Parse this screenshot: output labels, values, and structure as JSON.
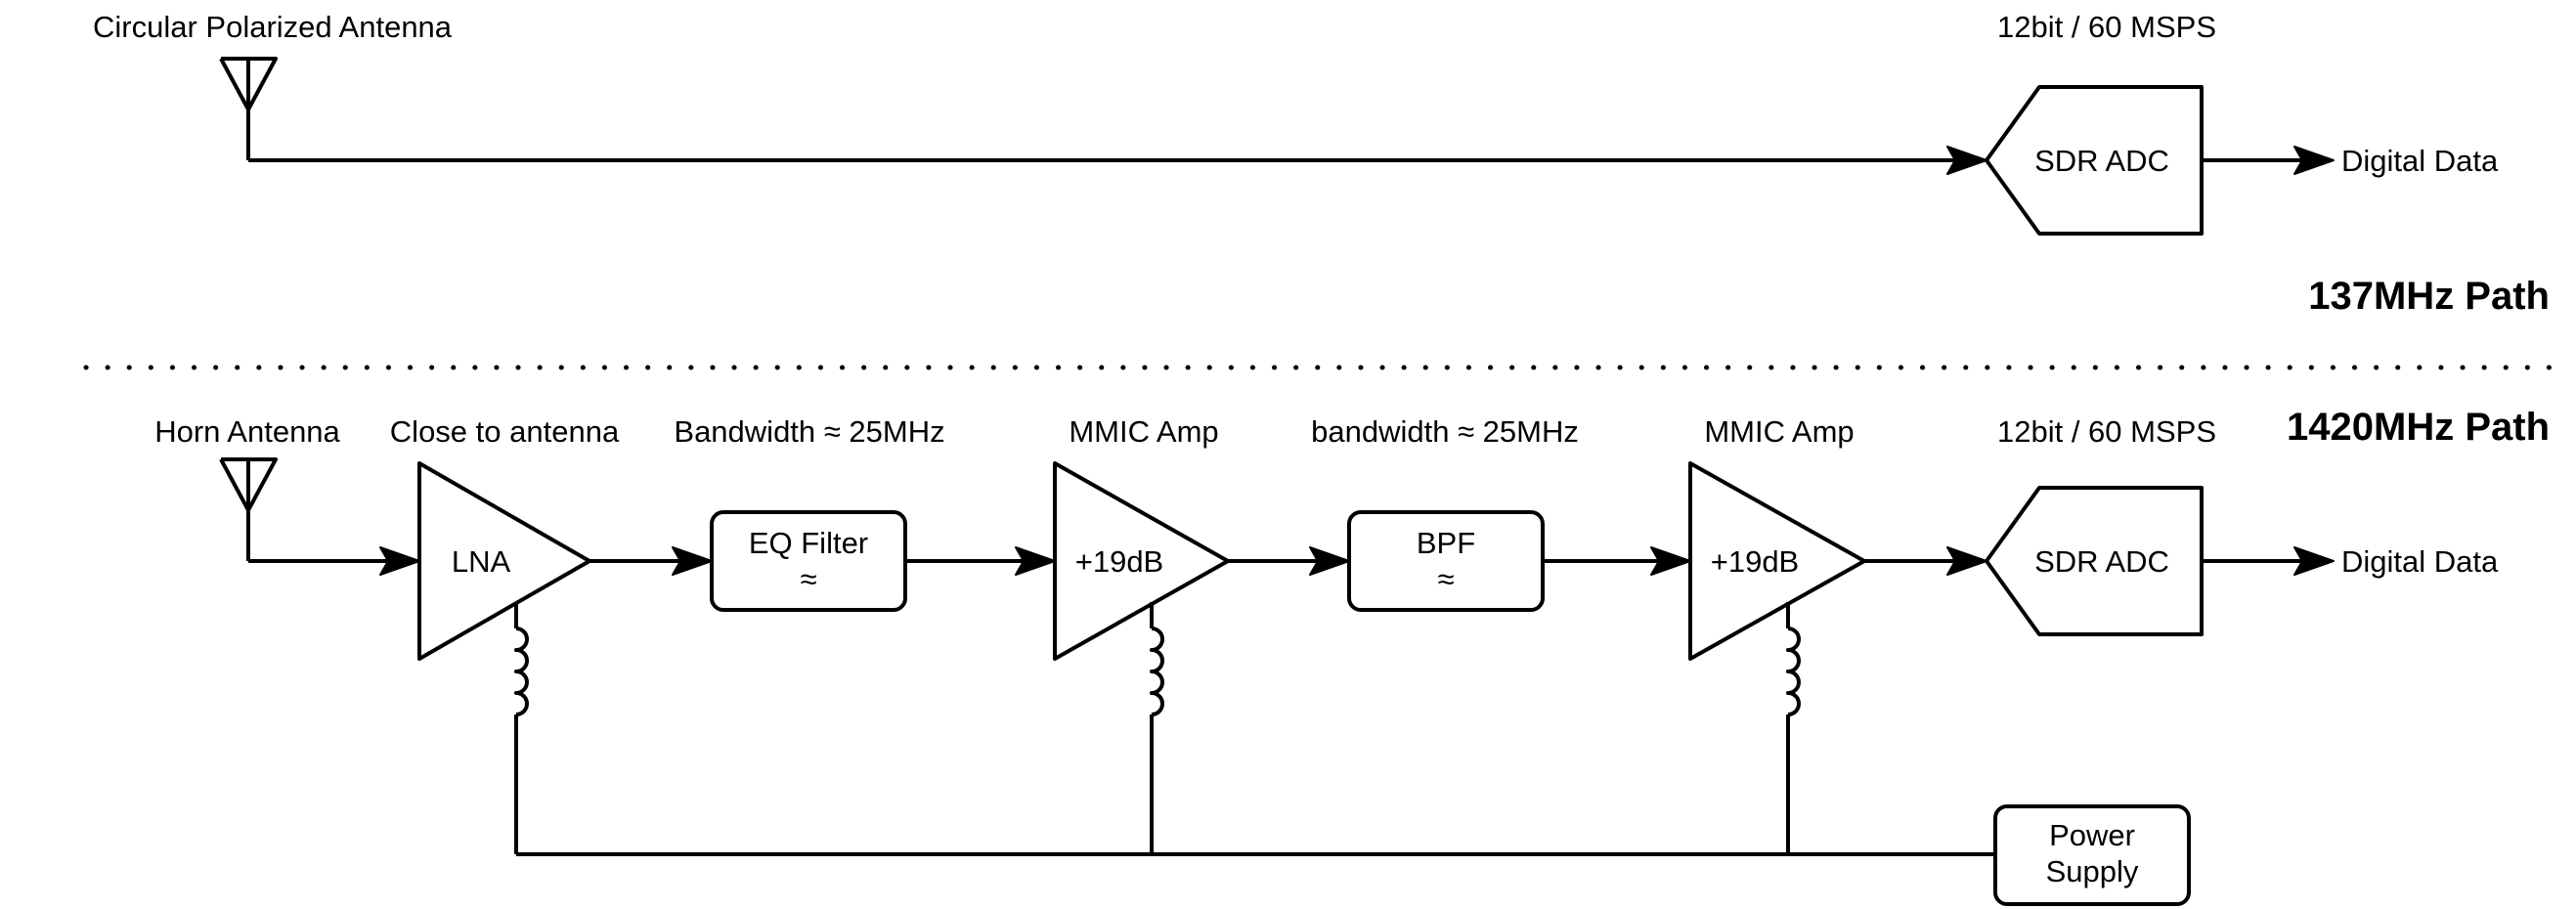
{
  "path_137": {
    "title": "137MHz Path",
    "antenna_label": "Circular Polarized Antenna",
    "adc_spec": "12bit / 60 MSPS",
    "adc_label": "SDR ADC",
    "output_label": "Digital Data"
  },
  "path_1420": {
    "title": "1420MHz Path",
    "antenna_label": "Horn Antenna",
    "lna_note": "Close to antenna",
    "lna_label": "LNA",
    "eq_note": "Bandwidth ≈ 25MHz",
    "eq_label_line1": "EQ Filter",
    "eq_label_line2": "≈",
    "amp1_note": "MMIC Amp",
    "amp1_label": "+19dB",
    "bpf_note": "bandwidth ≈ 25MHz",
    "bpf_label_line1": "BPF",
    "bpf_label_line2": "≈",
    "amp2_note": "MMIC Amp",
    "amp2_label": "+19dB",
    "adc_spec": "12bit / 60 MSPS",
    "adc_label": "SDR ADC",
    "output_label": "Digital Data",
    "power_label_line1": "Power",
    "power_label_line2": "Supply"
  }
}
